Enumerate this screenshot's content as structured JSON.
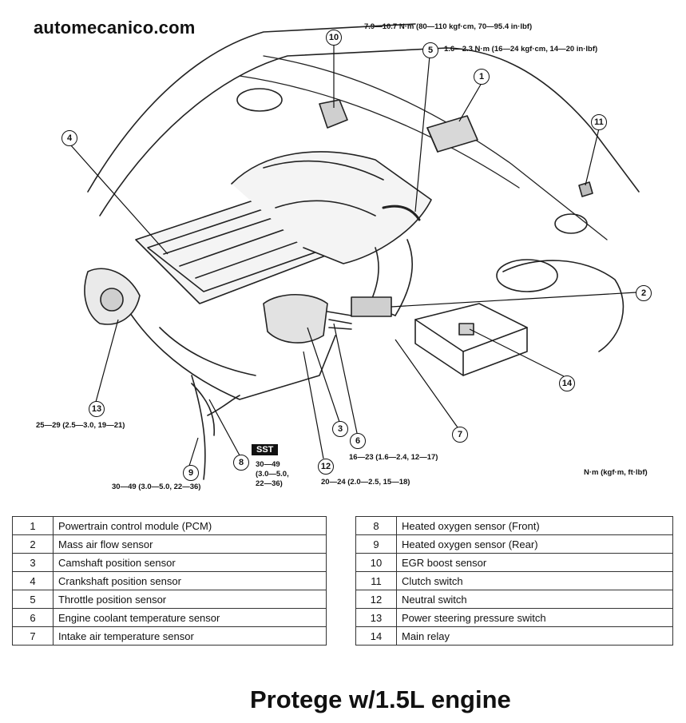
{
  "site": {
    "brand": "automecanico.com"
  },
  "diagram": {
    "torque_labels": {
      "t10": "7.9—10.7 N·m (80—110 kgf·cm, 70—95.4 in·lbf)",
      "t5": "1.6—2.3 N·m (16—24 kgf·cm, 14—20 in·lbf)",
      "t13": "25—29 (2.5—3.0, 19—21)",
      "t9": "30—49 (3.0—5.0, 22—36)",
      "t6": "16—23 (1.6—2.4, 12—17)",
      "t12": "20—24 (2.0—2.5, 15—18)",
      "units": "N·m (kgf·m, ft·lbf)"
    },
    "sst": {
      "label": "SST",
      "torque": "30—49\n(3.0—5.0,\n22—36)"
    },
    "callouts": {
      "c1": "1",
      "c2": "2",
      "c3": "3",
      "c4": "4",
      "c5": "5",
      "c6": "6",
      "c7": "7",
      "c8": "8",
      "c9": "9",
      "c10": "10",
      "c11": "11",
      "c12": "12",
      "c13": "13",
      "c14": "14"
    }
  },
  "legend": {
    "left": [
      {
        "num": "1",
        "name": "Powertrain control module (PCM)"
      },
      {
        "num": "2",
        "name": "Mass air flow sensor"
      },
      {
        "num": "3",
        "name": "Camshaft position sensor"
      },
      {
        "num": "4",
        "name": "Crankshaft position sensor"
      },
      {
        "num": "5",
        "name": "Throttle position sensor"
      },
      {
        "num": "6",
        "name": "Engine coolant temperature sensor"
      },
      {
        "num": "7",
        "name": "Intake air temperature sensor"
      }
    ],
    "right": [
      {
        "num": "8",
        "name": "Heated oxygen sensor (Front)"
      },
      {
        "num": "9",
        "name": "Heated oxygen sensor (Rear)"
      },
      {
        "num": "10",
        "name": "EGR boost sensor"
      },
      {
        "num": "11",
        "name": "Clutch switch"
      },
      {
        "num": "12",
        "name": "Neutral switch"
      },
      {
        "num": "13",
        "name": "Power steering pressure switch"
      },
      {
        "num": "14",
        "name": "Main relay"
      }
    ]
  },
  "caption": "Protege w/1.5L engine"
}
